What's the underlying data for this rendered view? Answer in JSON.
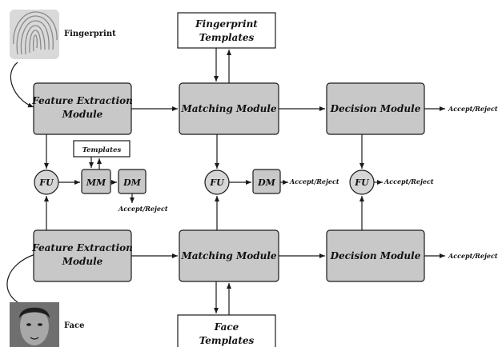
{
  "inputs": {
    "fingerprint_label": "Fingerprint",
    "face_label": "Face"
  },
  "templates": {
    "fingerprint_line1": "Fingerprint",
    "fingerprint_line2": "Templates",
    "face_line1": "Face",
    "face_line2": "Templates",
    "small": "Templates"
  },
  "modules": {
    "feature_extraction_line1": "Feature Extraction",
    "feature_extraction_line2": "Module",
    "matching": "Matching Module",
    "decision": "Decision Module",
    "fusion": "FU",
    "mm": "MM",
    "dm": "DM"
  },
  "outputs": {
    "accept_reject": "Accept/Reject"
  }
}
